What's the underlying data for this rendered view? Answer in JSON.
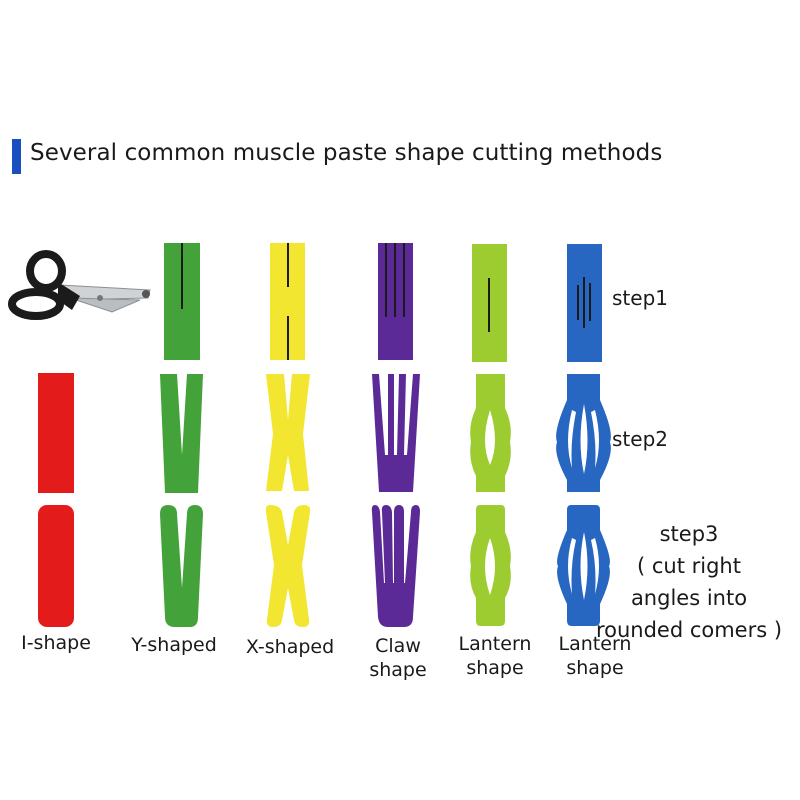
{
  "title": "Several common muscle paste shape cutting methods",
  "colors": {
    "accent": "#1a4fbf",
    "i_shape": "#e41b1b",
    "y_shape": "#44a23a",
    "x_shape": "#f2e630",
    "claw_shape": "#5b2a96",
    "lantern_green": "#9ccc2f",
    "lantern_blue": "#2766c1",
    "cut_line": "#1b1b1b"
  },
  "tool": {
    "icon": "scissors-icon"
  },
  "columns": [
    {
      "id": "i-shape",
      "label_lines": [
        "I-shape"
      ]
    },
    {
      "id": "y-shaped",
      "label_lines": [
        "Y-shaped"
      ]
    },
    {
      "id": "x-shaped",
      "label_lines": [
        "X-shaped"
      ]
    },
    {
      "id": "claw-shape",
      "label_lines": [
        "Claw",
        "shape"
      ]
    },
    {
      "id": "lantern-shape-single",
      "label_lines": [
        "Lantern",
        "shape"
      ]
    },
    {
      "id": "lantern-shape-multi",
      "label_lines": [
        "Lantern",
        "shape"
      ]
    }
  ],
  "steps": {
    "step1": "step1",
    "step2": "step2",
    "step3_lines": [
      "step3",
      "( cut right",
      "angles into",
      "rounded comers )"
    ]
  }
}
